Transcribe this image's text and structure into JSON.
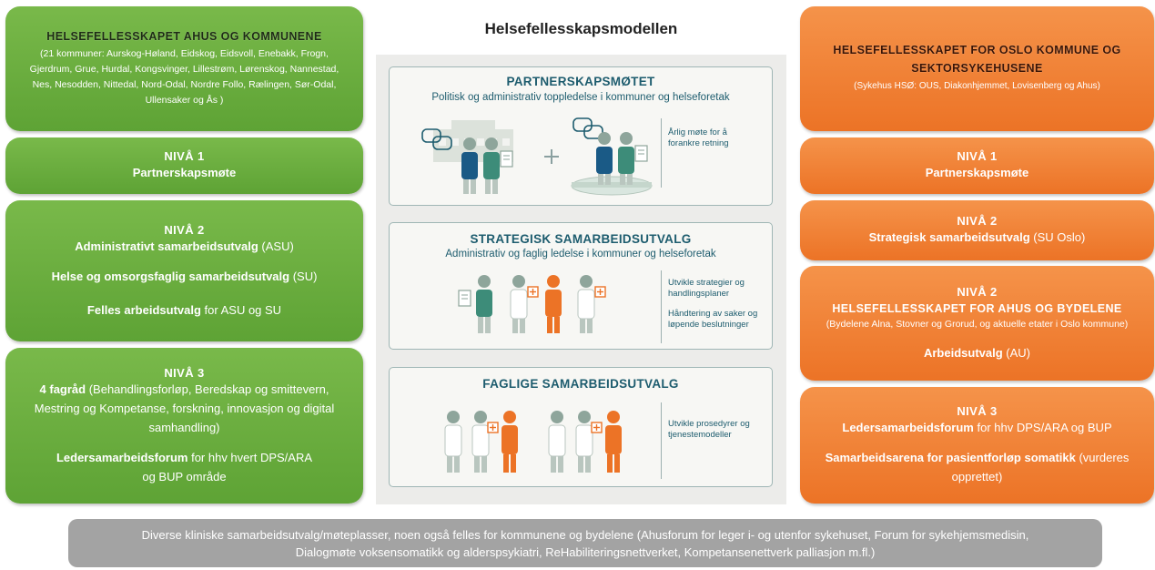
{
  "left": {
    "header": {
      "title": "HELSEFELLESSKAPET AHUS OG KOMMUNENE",
      "sub": "(21 kommuner: Aurskog-Høland, Eidskog, Eidsvoll, Enebakk, Frogn, Gjerdrum, Grue, Hurdal, Kongsvinger, Lillestrøm, Lørenskog, Nannestad, Nes, Nesodden, Nittedal, Nord-Odal, Nordre Follo, Rælingen, Sør-Odal, Ullensaker og Ås )"
    },
    "niva1": {
      "label": "NIVÅ 1",
      "line": "Partnerskapsmøte"
    },
    "niva2": {
      "label": "NIVÅ 2",
      "l1_bold": "Administrativt samarbeidsutvalg",
      "l1_rest": " (ASU)",
      "l2_bold": "Helse og omsorgsfaglig samarbeidsutvalg",
      "l2_rest": " (SU)",
      "l3_bold": "Felles arbeidsutvalg",
      "l3_rest": " for ASU og SU"
    },
    "niva3": {
      "label": "NIVÅ 3",
      "l1_bold": "4 fagråd",
      "l1_rest": " (Behandlingsforløp, Beredskap og smittevern, Mestring og Kompetanse, forskning, innovasjon og digital samhandling)",
      "l2_bold": "Ledersamarbeidsforum",
      "l2_rest": " for hhv hvert DPS/ARA og BUP område"
    }
  },
  "center": {
    "heading": "Helsefellesskapsmodellen",
    "card1": {
      "title": "PARTNERSKAPSMØTET",
      "sub": "Politisk og administrativ toppledelse i kommuner og helseforetak",
      "note1": "Årlig møte for å",
      "note2": "forankre retning"
    },
    "card2": {
      "title": "STRATEGISK SAMARBEIDSUTVALG",
      "sub": "Administrativ og faglig ledelse i kommuner og helseforetak",
      "note1": "Utvikle strategier og",
      "note2": "handlingsplaner",
      "note3": "Håndtering av saker og",
      "note4": "løpende beslutninger"
    },
    "card3": {
      "title": "FAGLIGE SAMARBEIDSUTVALG",
      "note1": "Utvikle prosedyrer og",
      "note2": "tjenestemodeller"
    }
  },
  "right": {
    "header": {
      "title1": "HELSEFELLESSKAPET FOR OSLO KOMMUNE OG",
      "title2": "SEKTORSYKEHUSENE",
      "sub": "(Sykehus HSØ: OUS, Diakonhjemmet, Lovisenberg og Ahus)"
    },
    "niva1": {
      "label": "NIVÅ 1",
      "line": "Partnerskapsmøte"
    },
    "niva2a": {
      "label": "NIVÅ 2",
      "l1_bold": "Strategisk samarbeidsutvalg",
      "l1_rest": " (SU Oslo)"
    },
    "niva2b": {
      "label": "NIVÅ 2",
      "title": "HELSEFELLESSKAPET FOR AHUS OG BYDELENE",
      "sub": "(Bydelene Alna, Stovner og Grorud, og aktuelle etater i Oslo kommune)",
      "l1_bold": "Arbeidsutvalg",
      "l1_rest": " (AU)"
    },
    "niva3": {
      "label": "NIVÅ 3",
      "l1_bold": "Ledersamarbeidsforum",
      "l1_rest": " for hhv DPS/ARA og BUP",
      "l2_bold": "Samarbeidsarena for pasientforløp somatikk",
      "l2_rest": " (vurderes opprettet)"
    }
  },
  "bottom": {
    "line1": "Diverse kliniske samarbeidsutvalg/møteplasser, noen også felles for kommunene og bydelene (Ahusforum for leger i- og utenfor sykehuset, Forum for sykehjemsmedisin,",
    "line2": "Dialogmøte voksensomatikk og alderspsykiatri, ReHabiliteringsnettverket, Kompetansenettverk palliasjon m.fl.)"
  },
  "colors": {
    "green": "#6aae3e",
    "orange": "#ef7f35",
    "grey": "#a3a3a3",
    "teal": "#1d5c6e"
  },
  "icons": [
    "speech-bubble-icon",
    "person-icon",
    "doctor-icon",
    "plus-icon",
    "document-icon",
    "building-icon"
  ]
}
